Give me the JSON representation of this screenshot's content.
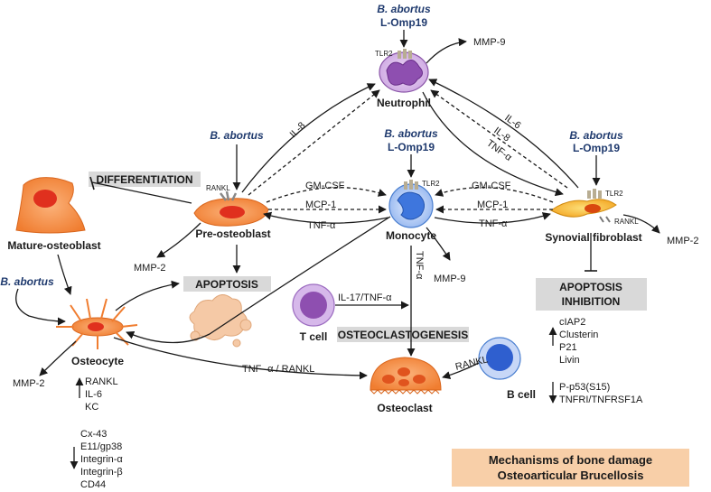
{
  "pathogen": {
    "name": "B. abortus",
    "protein": "L-Omp19"
  },
  "cells": {
    "neutrophil": "Neutrophil",
    "monocyte": "Monocyte",
    "synovial_fibroblast": "Synovial fibroblast",
    "pre_osteoblast": "Pre-osteoblast",
    "mature_osteoblast": "Mature-osteoblast",
    "osteocyte": "Osteocyte",
    "t_cell": "T cell",
    "b_cell": "B cell",
    "osteoclast": "Osteoclast"
  },
  "receptors": {
    "tlr2": "TLR2",
    "rankl": "RANKL"
  },
  "mediators": {
    "mmp9": "MMP-9",
    "mmp2": "MMP-2",
    "il8": "IL-8",
    "il6": "IL-6",
    "tnfa": "TNF-α",
    "gmcsf": "GM-CSF",
    "mcp1": "MCP-1",
    "il17_tnfa": "IL-17/TNF-α",
    "tnfa_rankl": "TNF- α / RANKL",
    "rankl": "RANKL"
  },
  "processes": {
    "differentiation": "DIFFERENTIATION",
    "apoptosis": "APOPTOSIS",
    "apoptosis_inhibition_1": "APOPTOSIS",
    "apoptosis_inhibition_2": "INHIBITION",
    "osteoclastogenesis": "OSTEOCLASTOGENESIS"
  },
  "osteocyte_up": [
    "RANKL",
    "IL-6",
    "KC"
  ],
  "osteocyte_down": [
    "Cx-43",
    "E11/gp38",
    "Integrin-α",
    "Integrin-β",
    "CD44"
  ],
  "fibroblast_up": [
    "cIAP2",
    "Clusterin",
    "P21",
    "Livin"
  ],
  "fibroblast_down": [
    "P-p53(S15)",
    "TNFRI/TNFRSF1A"
  ],
  "summary": {
    "line1": "Mechanisms of bone damage",
    "line2": "Osteoarticular Brucellosis"
  },
  "colors": {
    "pathogen_text": "#1f3a6e",
    "osteoblast_orange": "#f7914d",
    "neutrophil_purple": "#b77fd0",
    "monocyte_blue": "#5a8fe0",
    "process_box": "#d9d9d9",
    "summary_box": "#f8cfa8"
  }
}
